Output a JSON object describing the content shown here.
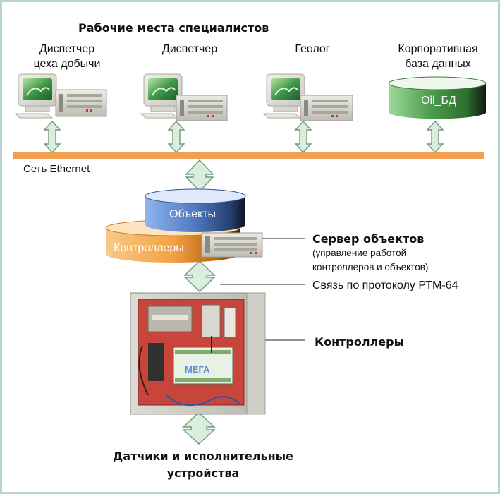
{
  "title": "Рабочие места специалистов",
  "workstations": [
    {
      "line1": "Диспетчер",
      "line2": "цеха добычи"
    },
    {
      "line1": "Диспетчер",
      "line2": ""
    },
    {
      "line1": "Геолог",
      "line2": ""
    }
  ],
  "database": {
    "line1": "Корпоративная",
    "line2": "база данных",
    "label": "Oil_БД"
  },
  "network_label": "Сеть Ethernet",
  "server_stack": {
    "top_label": "Объекты",
    "bottom_label": "Контроллеры"
  },
  "server": {
    "title": "Сервер объектов",
    "desc1": "(управление работой",
    "desc2": "контроллеров и объектов)"
  },
  "protocol_label": "Связь по протоколу РТМ-64",
  "controllers_label": "Контроллеры",
  "cabinet_logo": "МЕГА",
  "bottom": {
    "line1": "Датчики и исполнительные",
    "line2": "устройства"
  },
  "colors": {
    "bus": "#f0a050",
    "arrow_fill": "#d9eedd",
    "arrow_stroke": "#6f9a7a",
    "db_green": "#5aa35a",
    "stack_blue": "#4f78c0",
    "stack_orange": "#f4a243",
    "frame": "#b9d3c8",
    "cabinet_red": "#c8453b"
  }
}
